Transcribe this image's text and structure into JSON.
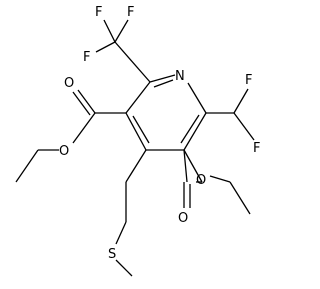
{
  "atoms": {
    "n1": "N",
    "o1": "O",
    "o2": "O",
    "o3": "O",
    "o4": "O",
    "s1": "S",
    "f_cf3_top_left": "F",
    "f_cf3_top_right": "F",
    "f_cf3_left": "F",
    "f_chf2_top": "F",
    "f_chf2_right": "F"
  },
  "colors": {
    "bond": "#000000",
    "label": "#000000",
    "background": "#ffffff"
  }
}
